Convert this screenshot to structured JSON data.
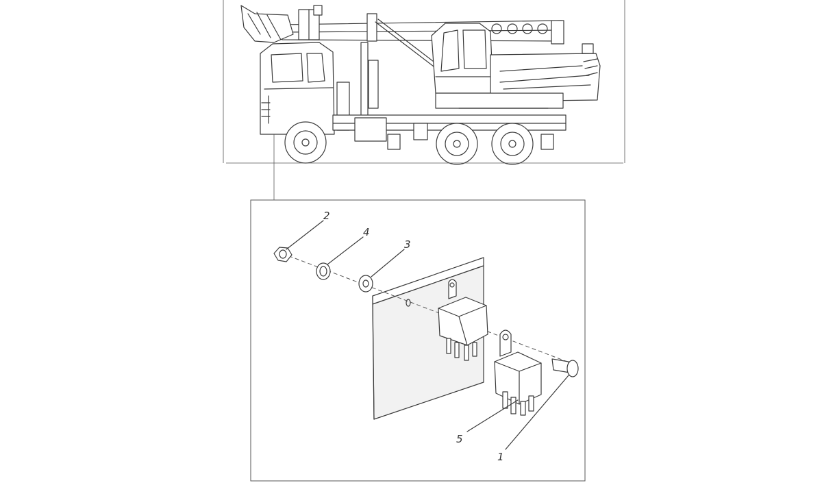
{
  "callouts": [
    {
      "id": "callout-1",
      "label": "1"
    },
    {
      "id": "callout-2",
      "label": "2"
    },
    {
      "id": "callout-3",
      "label": "3"
    },
    {
      "id": "callout-4",
      "label": "4"
    },
    {
      "id": "callout-5",
      "label": "5"
    }
  ],
  "colors": {
    "line": "#3a3a3a",
    "background": "#ffffff"
  }
}
